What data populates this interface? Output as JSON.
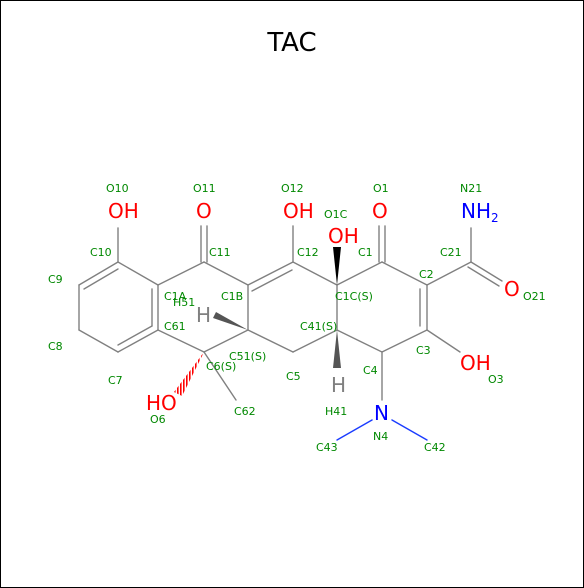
{
  "title": "TAC",
  "colors": {
    "oxygen": "#ff0000",
    "nitrogen": "#0000ff",
    "label": "#008800",
    "bond": "#808080",
    "hydrogen": "#808080"
  },
  "atoms": {
    "OH_10": "OH",
    "O_11": "O",
    "OH_12": "OH",
    "OH_1C": "OH",
    "O_1": "O",
    "NH2": "NH",
    "NH2_sub": "2",
    "O_21": "O",
    "OH_3": "OH",
    "HO_6": "HO",
    "N_4": "N",
    "H_51": "H",
    "H_41": "H"
  },
  "labels": {
    "O10": "O10",
    "O11": "O11",
    "O12": "O12",
    "O1": "O1",
    "N21": "N21",
    "O1C": "O1C",
    "C10": "C10",
    "C11": "C11",
    "C12": "C12",
    "C1": "C1",
    "C21": "C21",
    "C9": "C9",
    "C2": "C2",
    "O21": "O21",
    "C1A": "C1A",
    "C1B": "C1B",
    "H51": "H51",
    "C1C": "C1C(S)",
    "C61": "C61",
    "C41": "C41(S)",
    "C8": "C8",
    "C51": "C51(S)",
    "C6": "C6(S)",
    "C3": "C3",
    "C7": "C7",
    "C5": "C5",
    "C4": "C4",
    "O3": "O3",
    "O6": "O6",
    "C62": "C62",
    "H41": "H41",
    "N4": "N4",
    "C43": "C43",
    "C42": "C42"
  }
}
